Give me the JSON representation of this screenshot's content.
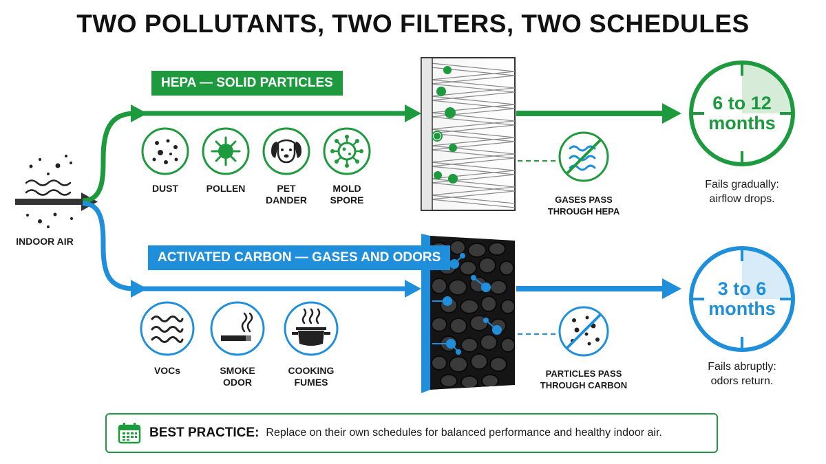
{
  "title": "TWO POLLUTANTS, TWO FILTERS, TWO SCHEDULES",
  "source": {
    "label": "INDOOR AIR"
  },
  "hepa": {
    "banner": "HEPA — SOLID PARTICLES",
    "color": "#1e9a3e",
    "pollutants": [
      {
        "label": "DUST",
        "icon": "dust-icon"
      },
      {
        "label": "POLLEN",
        "icon": "pollen-icon"
      },
      {
        "label_line1": "PET",
        "label_line2": "DANDER",
        "icon": "dog-icon"
      },
      {
        "label_line1": "MOLD",
        "label_line2": "SPORE",
        "icon": "mold-spore-icon"
      }
    ],
    "bypass_line1": "GASES PASS",
    "bypass_line2": "THROUGH HEPA",
    "bypass_icon": "gas-crossed-icon",
    "lifetime_line1": "6 to 12",
    "lifetime_line2": "months",
    "failure_line1": "Fails gradually:",
    "failure_line2": "airflow drops."
  },
  "carbon": {
    "banner": "ACTIVATED CARBON — GASES AND ODORS",
    "color": "#1f8fdc",
    "pollutants": [
      {
        "label": "VOCs",
        "icon": "voc-waves-icon"
      },
      {
        "label_line1": "SMOKE",
        "label_line2": "ODOR",
        "icon": "cigarette-icon"
      },
      {
        "label_line1": "COOKING",
        "label_line2": "FUMES",
        "icon": "cooking-pot-icon"
      }
    ],
    "bypass_line1": "PARTICLES PASS",
    "bypass_line2": "THROUGH CARBON",
    "bypass_icon": "particles-crossed-icon",
    "lifetime_line1": "3 to 6",
    "lifetime_line2": "months",
    "failure_line1": "Fails abruptly:",
    "failure_line2": "odors return."
  },
  "best_practice": {
    "label": "BEST PRACTICE:",
    "text": "Replace on their own schedules for balanced performance and healthy indoor air.",
    "icon": "calendar-icon"
  }
}
